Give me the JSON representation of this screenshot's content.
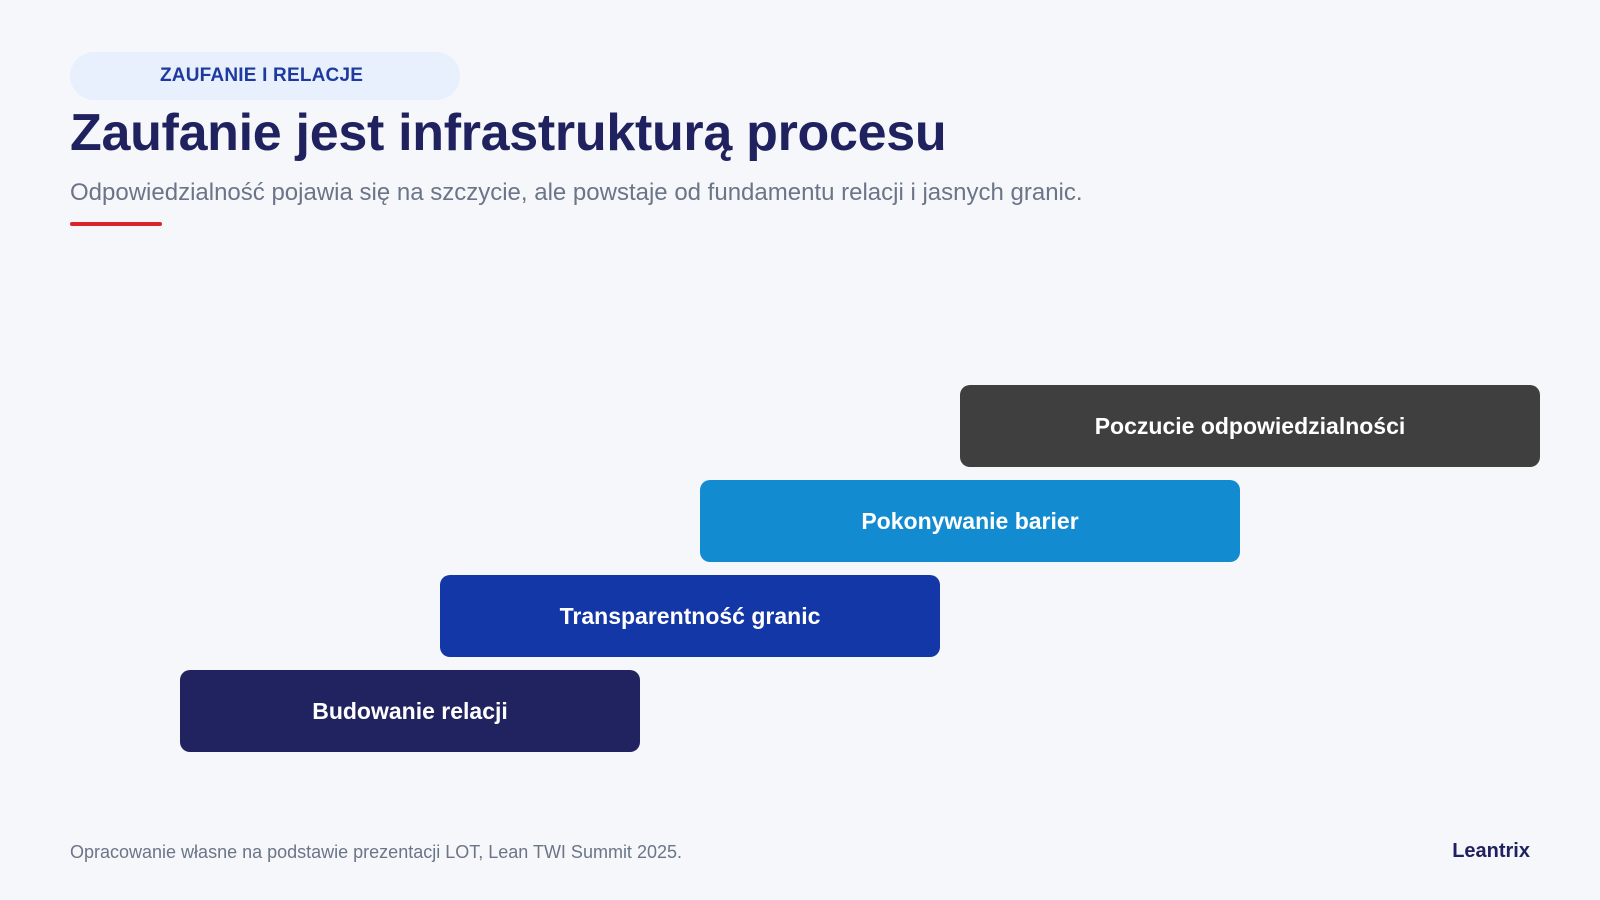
{
  "header": {
    "tag": "ZAUFANIE I RELACJE",
    "title": "Zaufanie jest infrastrukturą procesu",
    "subtitle": "Odpowiedzialność pojawia się na szczycie, ale powstaje od fundamentu relacji i jasnych granic."
  },
  "steps": [
    {
      "label": "Budowanie relacji",
      "color": "#212360"
    },
    {
      "label": "Transparentność granic",
      "color": "#1437a8"
    },
    {
      "label": "Pokonywanie barier",
      "color": "#138bd0"
    },
    {
      "label": "Poczucie odpowiedzialności",
      "color": "#3f3f3f"
    }
  ],
  "footer": {
    "source": "Opracowanie własne na podstawie prezentacji LOT, Lean TWI Summit 2025.",
    "brand": "Leantrix"
  },
  "colors": {
    "background": "#f5f7fb",
    "title": "#20225f",
    "accent_line": "#d8232a",
    "tag_background": "#e8f0fe",
    "tag_text": "#1e3a9f"
  }
}
